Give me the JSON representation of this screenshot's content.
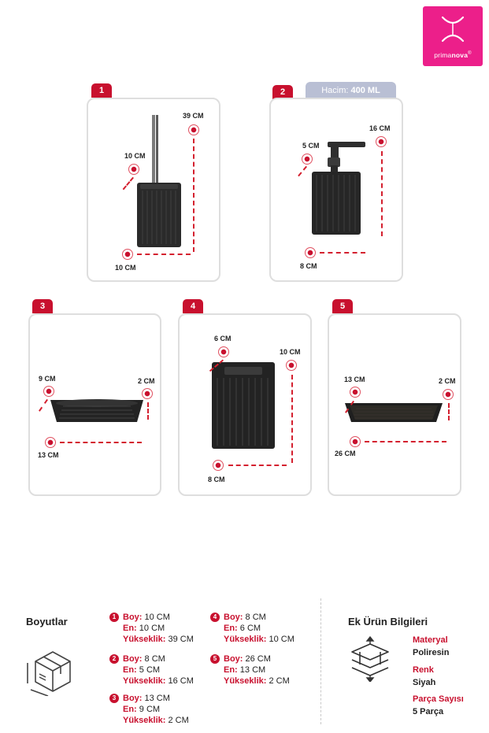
{
  "brand": {
    "name_prefix": "prima",
    "name_suffix": "nova",
    "mark": "®",
    "color": "#ec1f8a"
  },
  "accent_color": "#c8102e",
  "products": [
    {
      "num": "1",
      "dims": [
        "39 CM",
        "10 CM",
        "10 CM"
      ]
    },
    {
      "num": "2",
      "volume_label": "Hacim:",
      "volume_value": "400 ML",
      "dims": [
        "16 CM",
        "5 CM",
        "8 CM"
      ]
    },
    {
      "num": "3",
      "dims": [
        "9 CM",
        "2 CM",
        "13 CM"
      ]
    },
    {
      "num": "4",
      "dims": [
        "6 CM",
        "10 CM",
        "8 CM"
      ]
    },
    {
      "num": "5",
      "dims": [
        "13 CM",
        "2 CM",
        "26 CM"
      ]
    }
  ],
  "dimensions": {
    "title": "Boyutlar",
    "icon": "box-dimensions-icon",
    "items": [
      {
        "num": "1",
        "lines": [
          {
            "label": "Boy:",
            "value": "10 CM"
          },
          {
            "label": "En:",
            "value": "10 CM"
          },
          {
            "label": "Yükseklik:",
            "value": "39 CM"
          }
        ]
      },
      {
        "num": "2",
        "lines": [
          {
            "label": "Boy:",
            "value": "8 CM"
          },
          {
            "label": "En:",
            "value": "5 CM"
          },
          {
            "label": "Yükseklik:",
            "value": "16 CM"
          }
        ]
      },
      {
        "num": "3",
        "lines": [
          {
            "label": "Boy:",
            "value": "13 CM"
          },
          {
            "label": "En:",
            "value": "9 CM"
          },
          {
            "label": "Yükseklik:",
            "value": "2 CM"
          }
        ]
      },
      {
        "num": "4",
        "lines": [
          {
            "label": "Boy:",
            "value": "8 CM"
          },
          {
            "label": "En:",
            "value": "6 CM"
          },
          {
            "label": "Yükseklik:",
            "value": "10 CM"
          }
        ]
      },
      {
        "num": "5",
        "lines": [
          {
            "label": "Boy:",
            "value": "26 CM"
          },
          {
            "label": "En:",
            "value": "13 CM"
          },
          {
            "label": "Yükseklik:",
            "value": "2 CM"
          }
        ]
      }
    ]
  },
  "extra_info": {
    "title": "Ek Ürün Bilgileri",
    "icon": "material-layers-icon",
    "material_label": "Materyal",
    "material_value": "Poliresin",
    "color_label": "Renk",
    "color_value": "Siyah",
    "pieces_label": "Parça Sayısı",
    "pieces_value": "5 Parça"
  }
}
